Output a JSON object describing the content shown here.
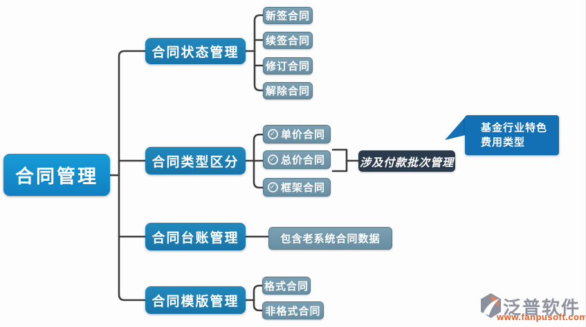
{
  "root": {
    "label": "合同管理"
  },
  "branches": [
    {
      "label": "合同状态管理",
      "children": [
        {
          "label": "新签合同"
        },
        {
          "label": "续签合同"
        },
        {
          "label": "修订合同"
        },
        {
          "label": "解除合同"
        }
      ]
    },
    {
      "label": "合同类型区分",
      "children": [
        {
          "label": "单价合同",
          "icon": "check-circle"
        },
        {
          "label": "总价合同",
          "icon": "check-circle"
        },
        {
          "label": "框架合同",
          "icon": "check-circle"
        }
      ],
      "annotation": {
        "label": "涉及付款批次管理"
      },
      "callout": {
        "line1": "基金行业特色",
        "line2": "费用类型"
      }
    },
    {
      "label": "合同台账管理",
      "children": [
        {
          "label": "包含老系统合同数据"
        }
      ]
    },
    {
      "label": "合同模版管理",
      "children": [
        {
          "label": "格式合同"
        },
        {
          "label": "非格式合同"
        }
      ]
    }
  ],
  "icons": {
    "check": "✓"
  },
  "watermark": {
    "brand": "泛普软件",
    "url": "www.fanpusoft.com"
  },
  "colors": {
    "root_box": "#1186c7",
    "branch_box": "#1b7cb1",
    "child_box": "#7195a8",
    "annotation_box": "#2c3b4b",
    "callout_box": "#1470b5",
    "connector": "#3b3b3b",
    "brand_text": "#8d929d",
    "url_text": "#e9581c"
  }
}
